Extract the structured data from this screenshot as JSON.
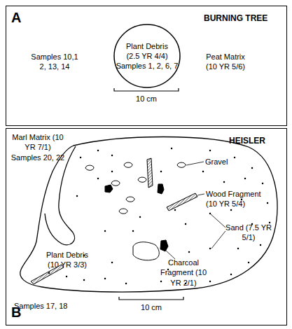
{
  "diagram": {
    "nodes": [
      {
        "text": [
          "A",
          "BURNING TREE"
        ]
      },
      {
        "text": [
          "Plant Debris (2.5 YR 4/4)",
          "Samples 1, 2, 6, 7"
        ],
        "in": 0
      },
      {
        "text": [
          "B",
          "HEISLER"
        ]
      }
    ],
    "labels": [
      "Samples 10,1 2, 13, 14",
      "Peat Matrix (10 YR 5/6)",
      "10 cm",
      "Marl Matrix (10 YR 7/1) Samples 20, 22",
      "Gravel",
      "Wood Fragment (10 YR 5/4)",
      "Sand (7.5 YR 5/1)",
      "Plant Debris (10 YR 3/3)",
      "Charcoal Fragment (10 YR 2/1)",
      "Samples 17, 18",
      "10 cm"
    ]
  }
}
